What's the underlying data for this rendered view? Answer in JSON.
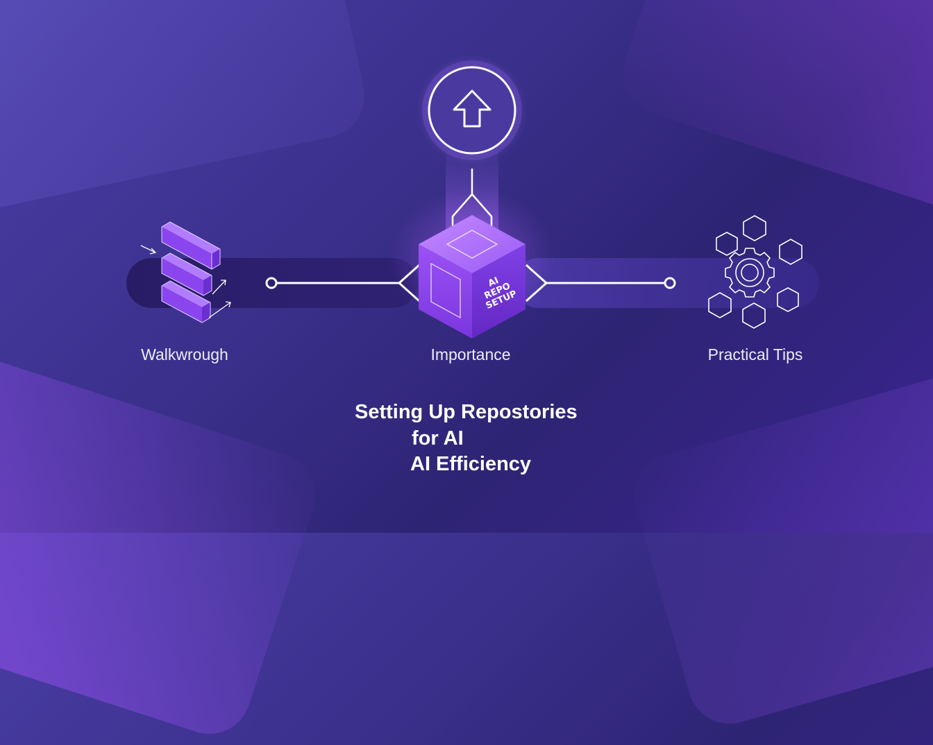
{
  "nodes": [
    {
      "id": "walkthrough",
      "label": "Walkwrough",
      "icon": "stacked-blocks-icon"
    },
    {
      "id": "importance",
      "label": "Importance",
      "icon": "ai-repo-cube-icon"
    },
    {
      "id": "tips",
      "label": "Practical Tips",
      "icon": "gear-hexagons-icon"
    }
  ],
  "cube_text": [
    "AI",
    "REPO",
    "SETUP"
  ],
  "top_icon": "arrow-up-circle-icon",
  "title": {
    "line1": "Setting Up Repostories",
    "line2": "for AI",
    "line3": "AI Efficiency"
  },
  "colors": {
    "accent": "#8b4cf0",
    "line": "#ffffff",
    "text": "#ececf6"
  }
}
